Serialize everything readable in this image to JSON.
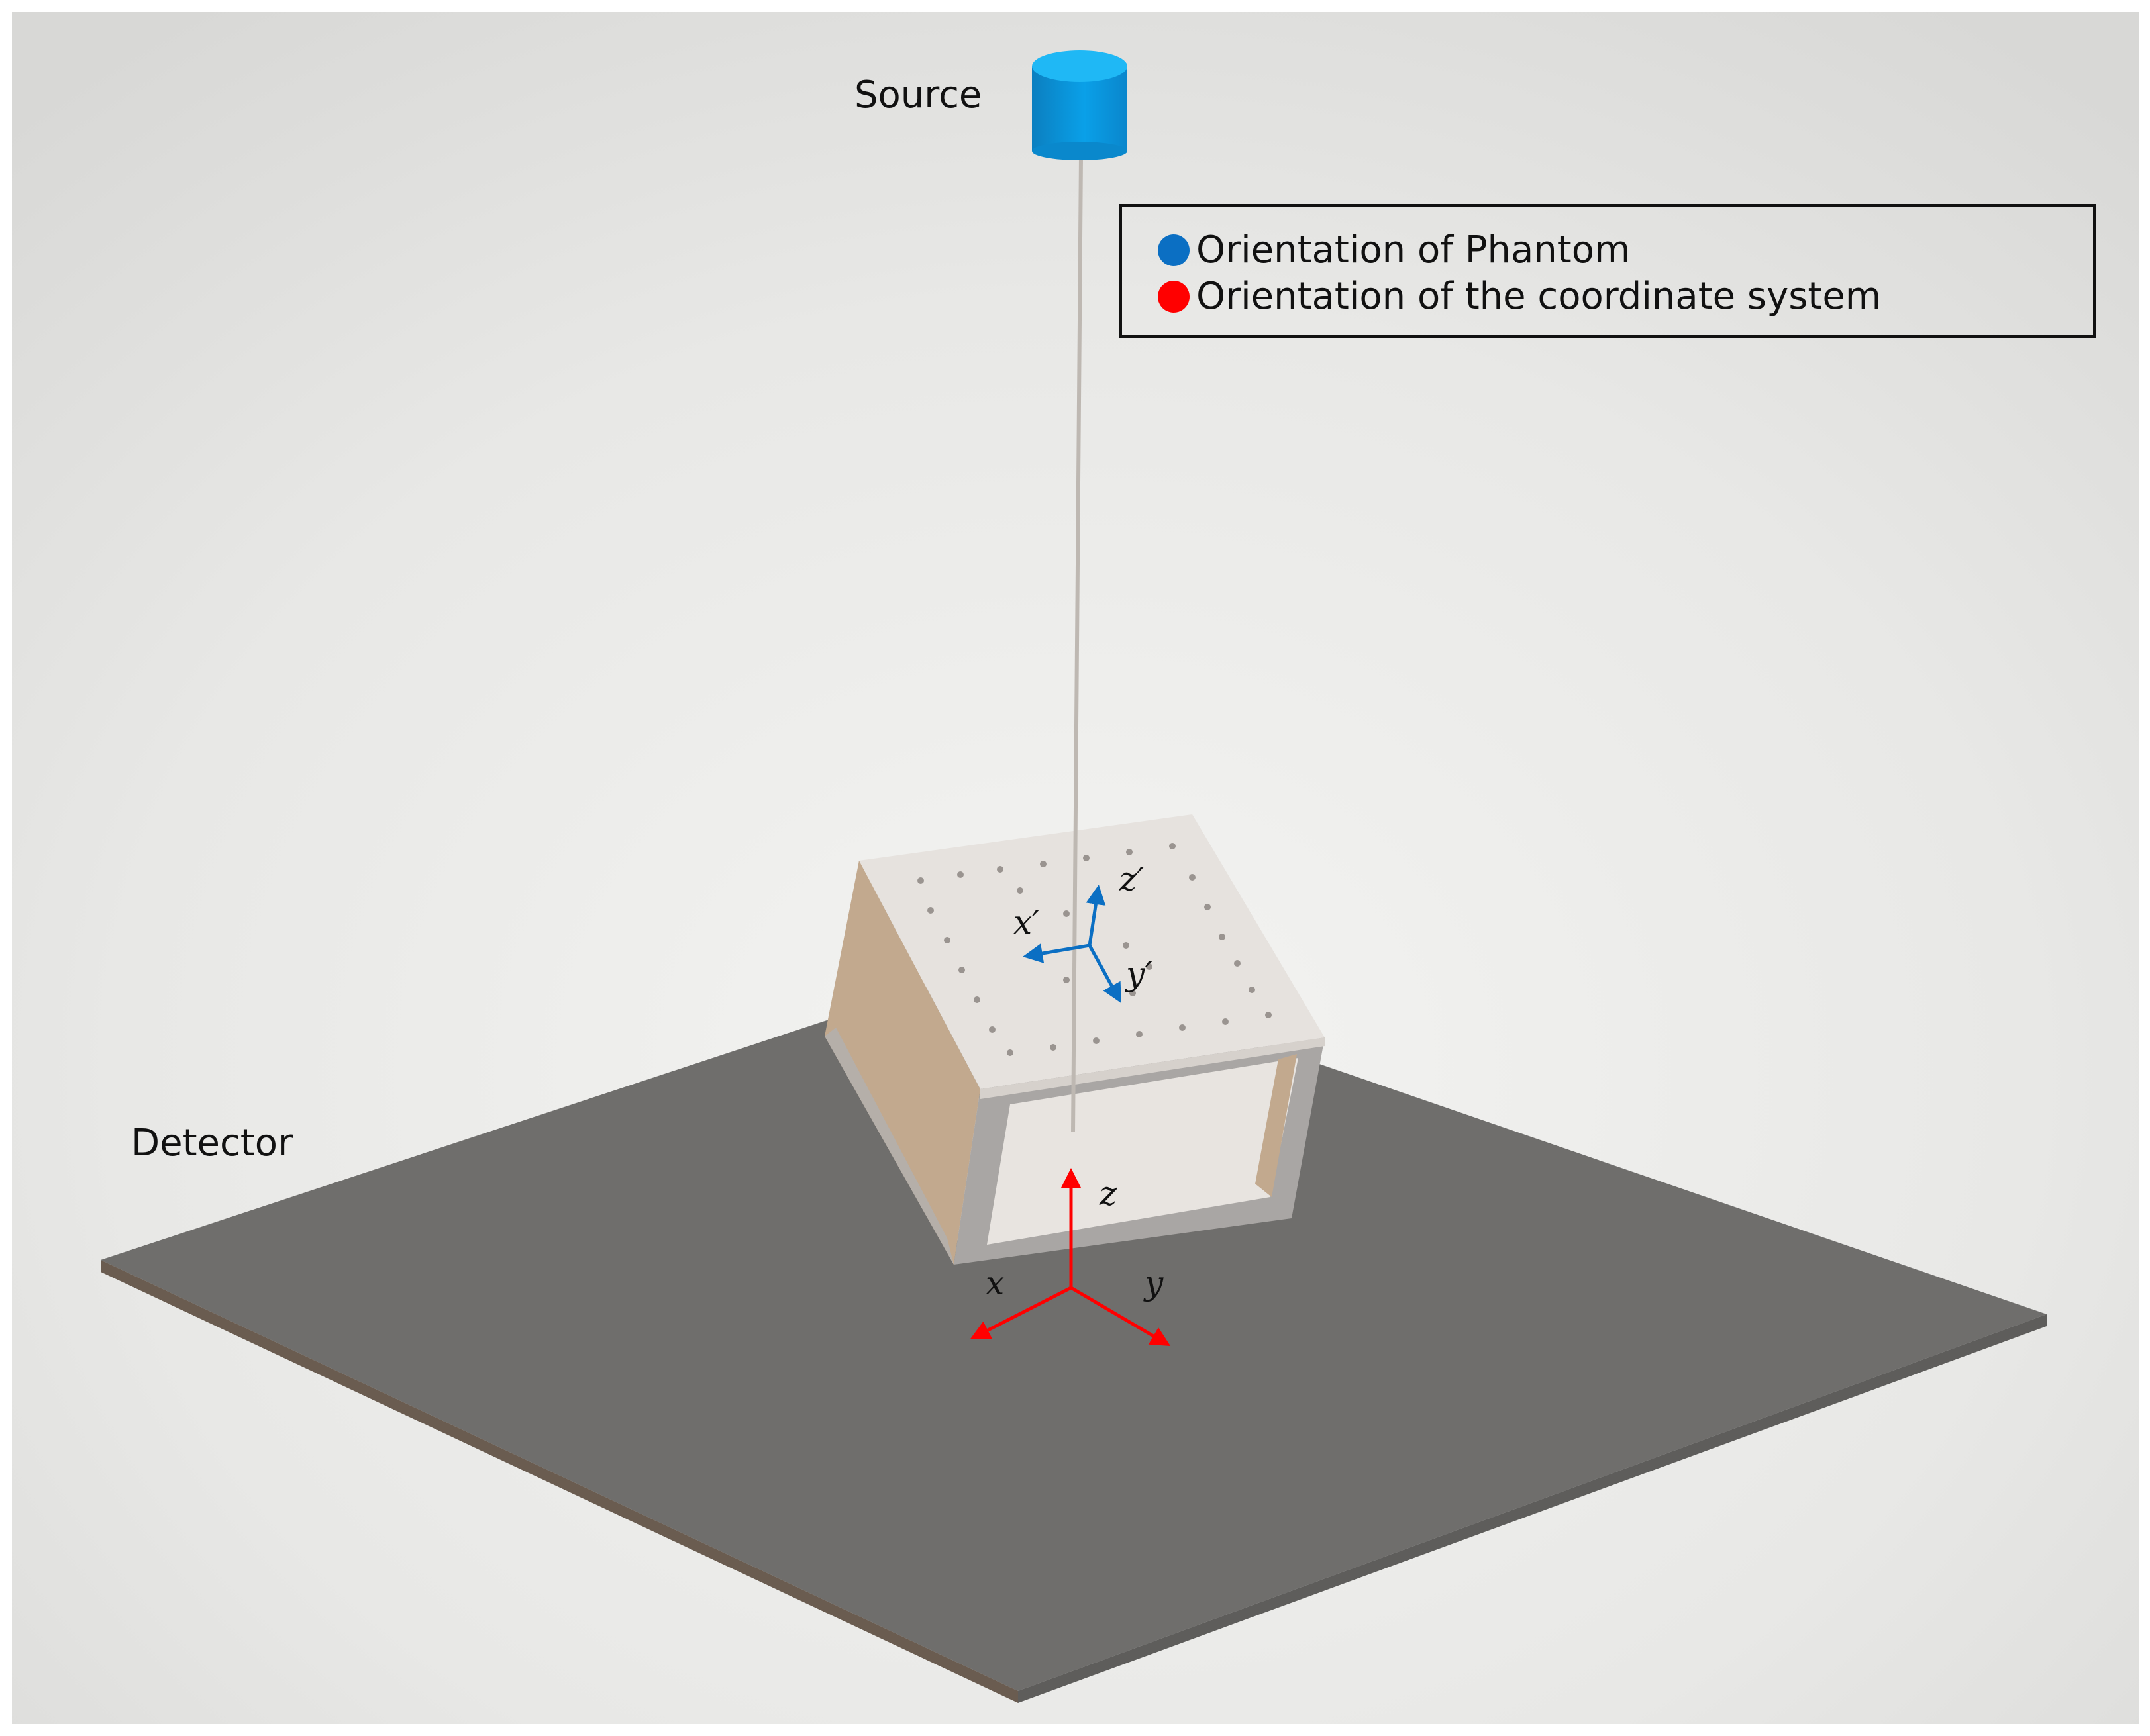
{
  "labels": {
    "source": "Source",
    "detector": "Detector"
  },
  "legend": {
    "items": [
      {
        "label": "Orientation of Phantom",
        "color": "#0B6FC3"
      },
      {
        "label": "Orientation of the coordinate system",
        "color": "#FF0000"
      }
    ]
  },
  "phantom_axes": {
    "color": "#0B6FC3",
    "x": "x′",
    "y": "y′",
    "z": "z′"
  },
  "detector_axes": {
    "color": "#FF0000",
    "x": "x",
    "y": "y",
    "z": "z"
  },
  "colors": {
    "source": "#0AA0E8",
    "detector": "#6F6E6C",
    "phantom_top": "#E6E2DE",
    "phantom_frame": "#A9A6A4",
    "phantom_side_tan": "#C2A98E",
    "beam": "#BEB8B2"
  }
}
